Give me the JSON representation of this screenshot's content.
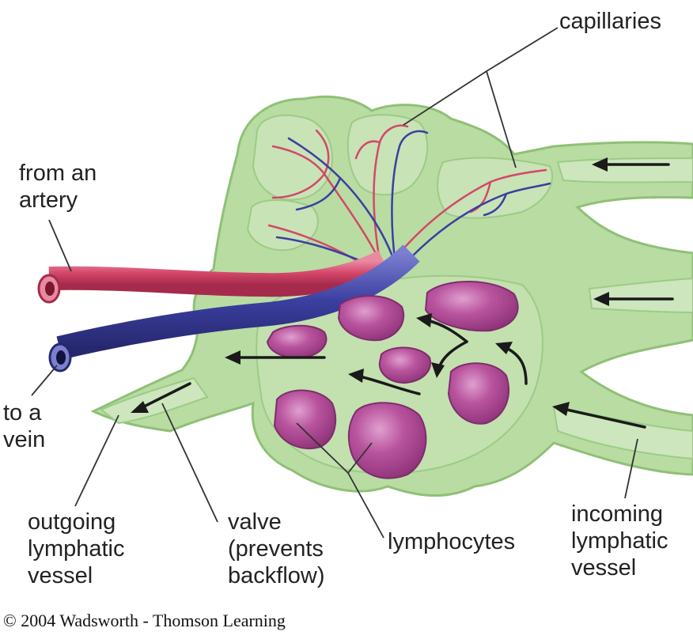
{
  "labels": {
    "capillaries": "capillaries",
    "from_artery": [
      "from an",
      "artery"
    ],
    "to_vein": [
      "to a",
      "vein"
    ],
    "outgoing": [
      "outgoing",
      "lymphatic",
      "vessel"
    ],
    "valve": [
      "valve",
      "(prevents",
      "backflow)"
    ],
    "lymphocytes": "lymphocytes",
    "incoming": [
      "incoming",
      "lymphatic",
      "vessel"
    ]
  },
  "credit": "© 2004 Wadsworth - Thomson Learning",
  "colors": {
    "tissue": "#b9dca3",
    "tissue_edge": "#9ccb86",
    "tissue_dark": "#a8cc98",
    "artery": "#d4476a",
    "vein": "#3b3fa0",
    "lymphocyte": "#b24e98",
    "lymphocyte_light": "#d486c0",
    "arrow": "#1a1a1a",
    "leader": "#333333"
  }
}
